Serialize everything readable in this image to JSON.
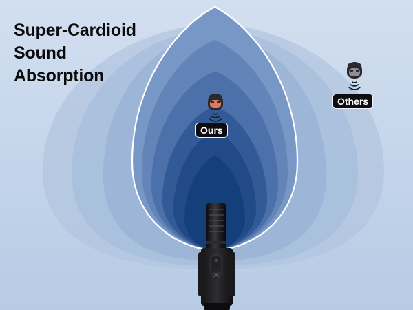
{
  "headline": {
    "lines": [
      "Super-Cardioid",
      "Sound",
      "Absorption"
    ]
  },
  "labels": {
    "ours": "Ours",
    "others": "Others"
  },
  "icons": {
    "ours_person": "person-head-icon",
    "others_person": "person-head-icon",
    "sound_waves": "sound-waves-icon",
    "microphone": "shotgun-microphone"
  },
  "colors": {
    "background": "#c6d6eb",
    "pattern_outer": "#b2c6df",
    "pattern_inner": "#153f7a",
    "outline": "#ffffff",
    "tag_background": "#0e0e10",
    "ours_face": "#d97b62",
    "others_face": "#8e8e92"
  }
}
